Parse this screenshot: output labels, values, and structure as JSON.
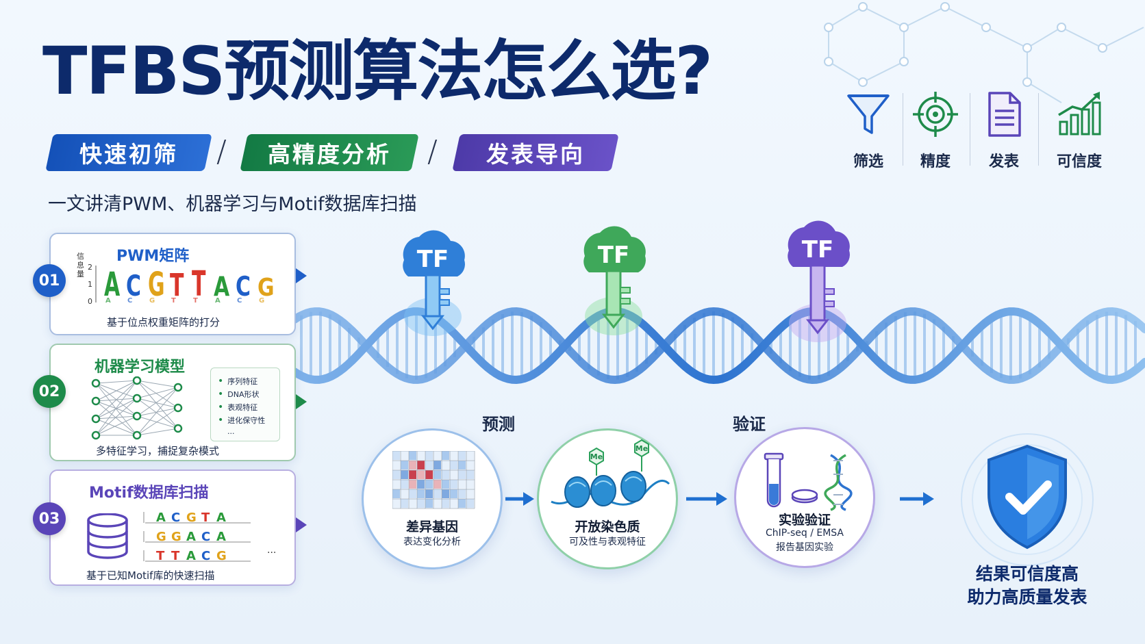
{
  "title": "TFBS预测算法怎么选?",
  "tags": [
    {
      "label": "快速初筛",
      "color": "#1f5fc8"
    },
    {
      "label": "高精度分析",
      "color": "#1e8b4a"
    },
    {
      "label": "发表导向",
      "color": "#5a45b8"
    }
  ],
  "separator": "/",
  "subtitle": "一文讲清PWM、机器学习与Motif数据库扫描",
  "top_icons": [
    {
      "label": "筛选",
      "icon": "funnel-icon"
    },
    {
      "label": "精度",
      "icon": "target-icon"
    },
    {
      "label": "发表",
      "icon": "document-icon"
    },
    {
      "label": "可信度",
      "icon": "growth-chart-icon"
    }
  ],
  "methods": [
    {
      "num": "01",
      "title": "PWM矩阵",
      "caption": "基于位点权重矩阵的打分",
      "color": "#1f5fc8",
      "logo_axis_label": "信息量",
      "logo_ticks": [
        "2",
        "1",
        "0"
      ],
      "logo_letters": [
        "A",
        "C",
        "G",
        "T",
        "T",
        "A",
        "C",
        "G"
      ]
    },
    {
      "num": "02",
      "title": "机器学习模型",
      "caption": "多特征学习，捕捉复杂模式",
      "color": "#1e8b4a",
      "features": [
        "序列特征",
        "DNA形状",
        "表观特征",
        "进化保守性",
        "..."
      ]
    },
    {
      "num": "03",
      "title": "Motif数据库扫描",
      "caption": "基于已知Motif库的快速扫描",
      "color": "#5a45b8",
      "motif_rows": [
        "ACGTA",
        "GGACA",
        "TTACG"
      ],
      "ellipsis": "..."
    }
  ],
  "tf_keys": [
    {
      "label": "TF",
      "color": "#2f7fd8"
    },
    {
      "label": "TF",
      "color": "#3fa85a"
    },
    {
      "label": "TF",
      "color": "#6b4fc8"
    }
  ],
  "stages": {
    "predict": "预测",
    "validate": "验证"
  },
  "pipeline": [
    {
      "label": "差异基因",
      "sub": "表达变化分析"
    },
    {
      "label": "开放染色质",
      "sub": "可及性与表观特征",
      "marks": [
        "Me",
        "Me"
      ]
    },
    {
      "label": "实验验证",
      "sub": "ChIP-seq / EMSA",
      "sub2": "报告基因实验"
    }
  ],
  "result": {
    "line1": "结果可信度高",
    "line2": "助力高质量发表"
  }
}
